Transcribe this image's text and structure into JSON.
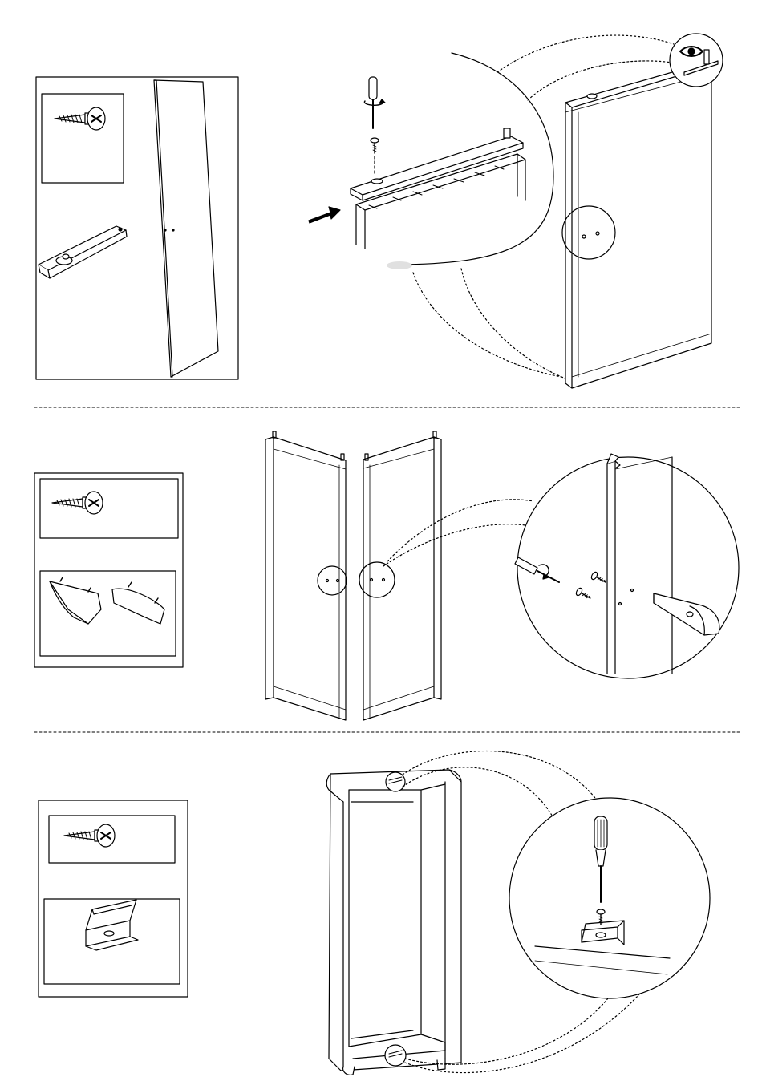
{
  "page": {
    "background": "#ffffff",
    "ink": "#000000",
    "lightgray": "#d9d9d9"
  },
  "steps": [
    {
      "id": "step-1",
      "parts": [
        "screw-icon",
        "rail-bracket-icon",
        "side-panel-icon"
      ],
      "actions": [
        "screwdriver-icon",
        "push-arrow-icon",
        "eye-icon"
      ]
    },
    {
      "id": "step-2",
      "parts": [
        "screw-icon",
        "corner-block-icon"
      ],
      "actions": [
        "screwdriver-icon"
      ]
    },
    {
      "id": "step-3",
      "parts": [
        "screw-icon",
        "angle-bracket-icon"
      ],
      "actions": [
        "screwdriver-icon"
      ]
    }
  ]
}
